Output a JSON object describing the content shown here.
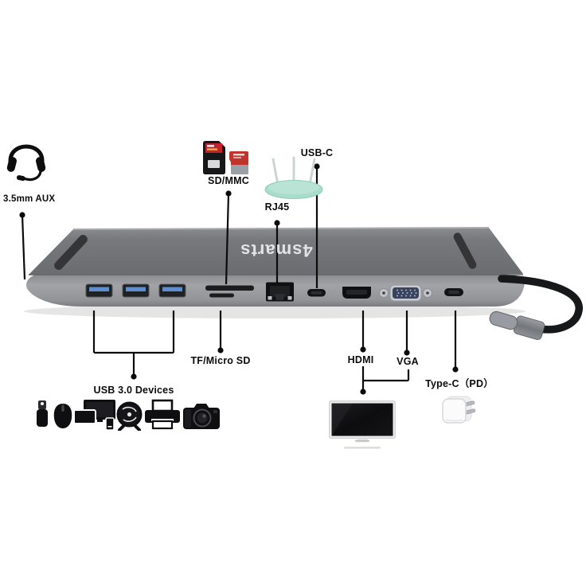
{
  "image": {
    "type": "annotated-product-photo",
    "background": "#ffffff"
  },
  "device": {
    "logo_text": "4smarts",
    "ports": [
      "usb-a-1",
      "usb-a-2",
      "usb-a-3",
      "sd-card-slot",
      "tf-card-slot",
      "rj45-ethernet",
      "usb-c-data",
      "hdmi",
      "vga",
      "usb-c-pd",
      "3.5mm-aux-side",
      "usb-c-host-cable"
    ],
    "colors": {
      "body_top": "#747679",
      "body_front": "#98999c",
      "top_slot": "#353538",
      "usb_port_blue": "#5d8fd0",
      "vga_navy": "#39425e",
      "cable_black": "#17181a",
      "connector_gray": "#8d9196",
      "router_mint": "#a9dcca",
      "sd_card_red": "#c32330",
      "callout_line": "#0b0b0b"
    }
  },
  "callouts": {
    "aux": "3.5mm AUX",
    "sd_mmc": "SD/MMC",
    "rj45": "RJ45",
    "usb_c": "USB-C",
    "tf_micro_sd": "TF/Micro SD",
    "usb_devices": "USB 3.0 Devices",
    "hdmi": "HDMI",
    "vga": "VGA",
    "type_c_pd": "Type-C（PD）"
  },
  "icons": {
    "headset": "headset-icon",
    "sd_cards": "sd-cards-icon",
    "wifi_router": "wifi-router-icon",
    "usb_flash_drive": "usb-flash-drive-icon",
    "mouse": "mouse-icon",
    "computers": "computers-icon",
    "fan": "fan-icon",
    "printer": "printer-icon",
    "camera": "camera-icon",
    "monitor": "monitor-icon",
    "power_adapter": "power-adapter-icon"
  }
}
